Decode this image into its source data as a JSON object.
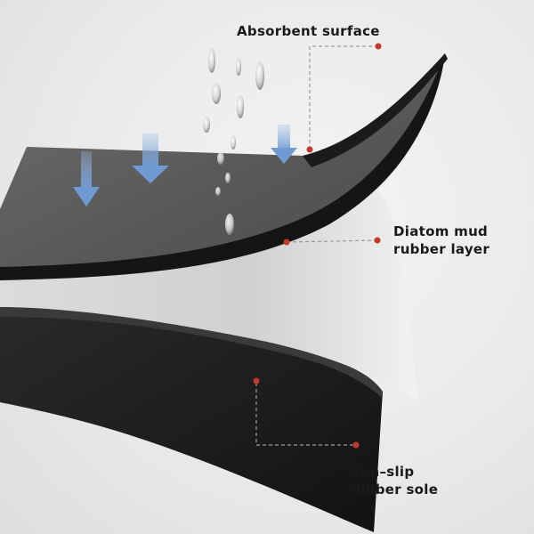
{
  "labels": {
    "absorbent_surface": [
      "Absorbent surface"
    ],
    "diatom_layer": [
      "Diatom mud",
      "rubber layer"
    ],
    "rubber_sole": [
      "Non–slip",
      "rubber sole"
    ]
  },
  "colors": {
    "background": "#ececec",
    "top_sheet": "#5e5e5e",
    "edge_black": "#141414",
    "middle_layer": "#d8d8d8",
    "sole": "#1c1c1c",
    "arrow_blue": "#7fa8dc",
    "marker_red": "#c0392b",
    "leader_line": "#9a9a9a"
  },
  "icons": {
    "arrows": "down-arrow-icon",
    "water": "water-droplet-icon"
  }
}
